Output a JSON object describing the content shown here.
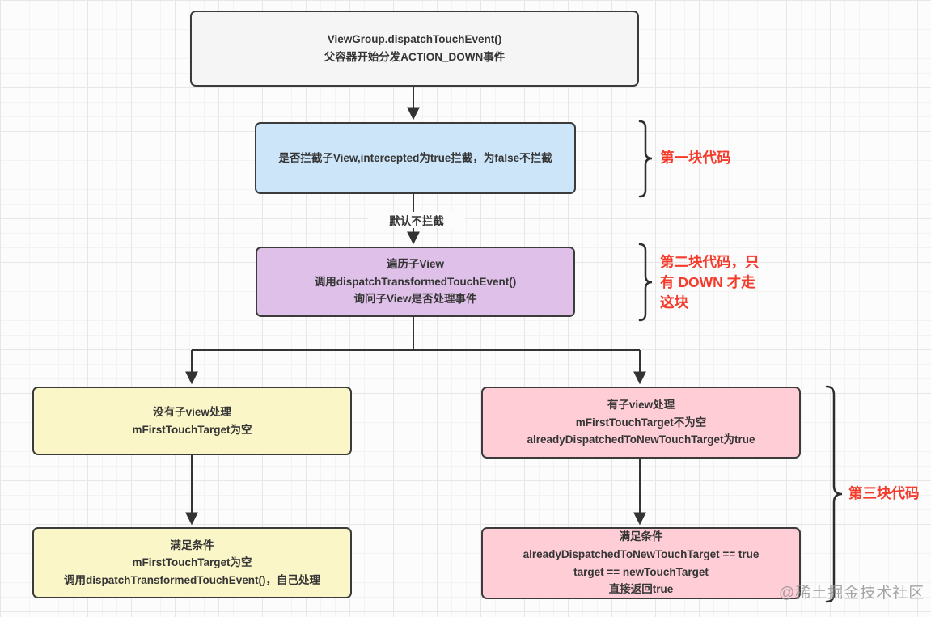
{
  "diagram": {
    "title_hint": "ViewGroup dispatchTouchEvent flow",
    "nodes": [
      {
        "id": "dispatch-root",
        "lines": [
          "ViewGroup.dispatchTouchEvent()",
          "父容器开始分发ACTION_DOWN事件"
        ],
        "fill": "#f5f5f5"
      },
      {
        "id": "intercept-check",
        "lines": [
          "是否拦截子View,intercepted为true拦截，为false不拦截"
        ],
        "fill": "#cde5f8"
      },
      {
        "id": "traverse-children",
        "lines": [
          "遍历子View",
          "调用dispatchTransformedTouchEvent()",
          "询问子View是否处理事件"
        ],
        "fill": "#dfc0e8"
      },
      {
        "id": "no-child-handle",
        "lines": [
          "没有子view处理",
          "mFirstTouchTarget为空"
        ],
        "fill": "#fbf6c7"
      },
      {
        "id": "child-handle",
        "lines": [
          "有子view处理",
          "mFirstTouchTarget不为空",
          "alreadyDispatchedToNewTouchTarget为true"
        ],
        "fill": "#fecdd6"
      },
      {
        "id": "self-handle",
        "lines": [
          "满足条件",
          "mFirstTouchTarget为空",
          "调用dispatchTransformedTouchEvent()，自己处理"
        ],
        "fill": "#fbf6c7"
      },
      {
        "id": "return-true",
        "lines": [
          "满足条件",
          "alreadyDispatchedToNewTouchTarget == true",
          "target == newTouchTarget",
          "直接返回true"
        ],
        "fill": "#fecdd6"
      }
    ],
    "edge_labels": {
      "intercept_default": "默认不拦截"
    },
    "annotations": [
      {
        "id": "block-1",
        "lines": [
          "第一块代码"
        ]
      },
      {
        "id": "block-2",
        "lines": [
          "第二块代码，只",
          "有 DOWN 才走",
          "这块"
        ]
      },
      {
        "id": "block-3",
        "lines": [
          "第三块代码"
        ]
      }
    ],
    "colors": {
      "annotation_red": "#f43b2c",
      "node_border": "#3b3b3b",
      "arrow": "#333333",
      "blue_fill": "#cde5f8",
      "purple_fill": "#dfc0e8",
      "yellow_fill": "#fbf6c7",
      "pink_fill": "#fecdd6",
      "gray_fill": "#f5f5f5"
    }
  },
  "watermark": {
    "text": "@稀土掘金技术社区"
  }
}
